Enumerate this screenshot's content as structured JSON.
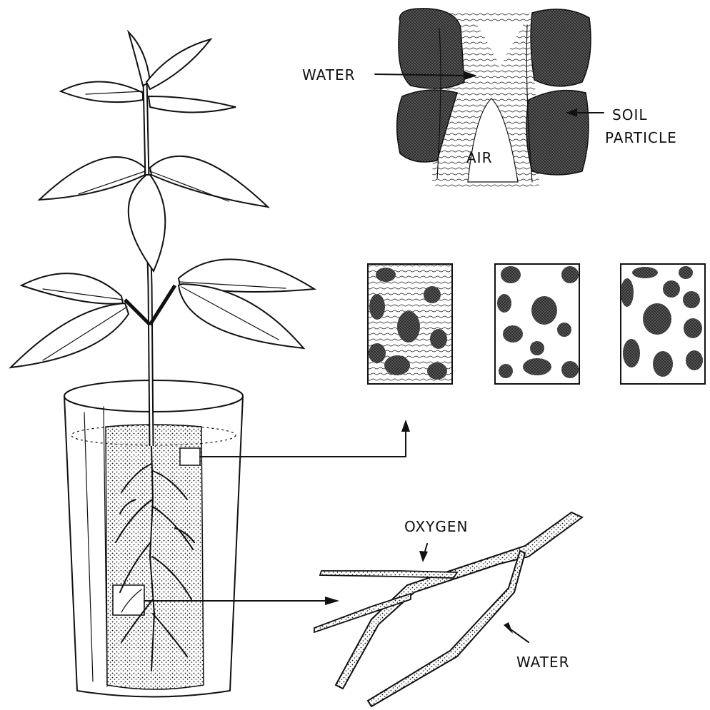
{
  "labels": {
    "water_top": "WATER",
    "air": "AIR",
    "soil_particle_line1": "SOIL",
    "soil_particle_line2": "PARTICLE",
    "oxygen": "OXYGEN",
    "water_root": "WATER"
  },
  "colors": {
    "ink": "#111111",
    "paper": "#ffffff",
    "soil_fill": "#3a3a3a"
  }
}
